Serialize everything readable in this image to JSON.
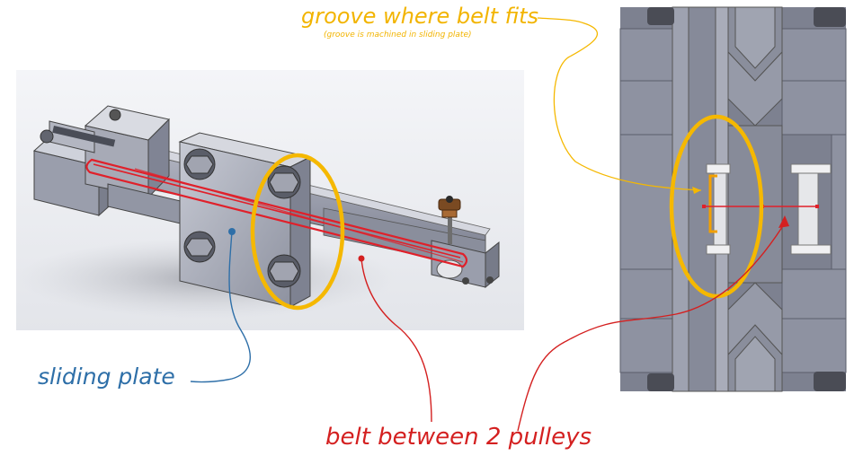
{
  "labels": {
    "groove_title": "groove where belt fits",
    "groove_note": "(groove is machined in sliding plate)",
    "sliding_plate": "sliding plate",
    "belt": "belt between 2 pulleys"
  },
  "colors": {
    "groove_label": "#f2b400",
    "highlight_ellipse": "#f5b800",
    "sliding_plate_label": "#2e6fa8",
    "belt_label": "#d42020",
    "belt_outline": "#e0202a",
    "steel_dark": "#6c7080",
    "steel_mid": "#9a9eac",
    "steel_light": "#c3c6d1",
    "section_bg": "#7d8190"
  }
}
